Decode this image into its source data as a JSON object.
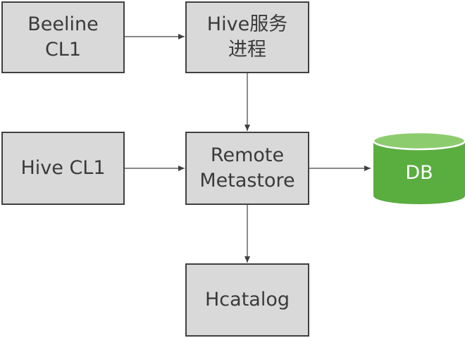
{
  "nodes": {
    "beeline": {
      "line1": "Beeline",
      "line2": "CL1"
    },
    "hive_service": {
      "line1": "Hive服务",
      "line2": "进程"
    },
    "hive_cl1": {
      "label": "Hive CL1"
    },
    "remote_metastore": {
      "line1": "Remote",
      "line2": "Metastore"
    },
    "hcatalog": {
      "label": "Hcatalog"
    },
    "db": {
      "label": "DB"
    }
  },
  "colors": {
    "box_fill": "#d9d9d9",
    "box_border": "#404040",
    "text": "#3a3a3a",
    "arrow": "#404040",
    "db_body": "#5aad3f",
    "db_top": "#8dcc6e",
    "db_rim": "#ffffff"
  }
}
